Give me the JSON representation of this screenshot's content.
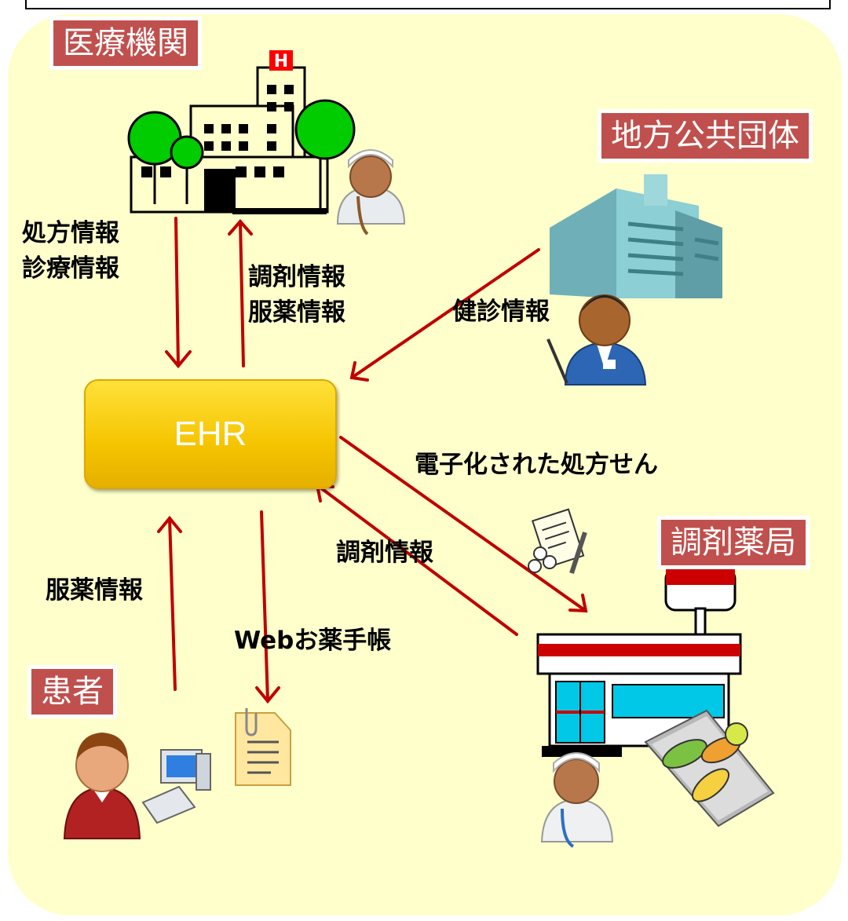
{
  "tags": {
    "hospital": "医療機関",
    "local_gov": "地方公共団体",
    "pharmacy": "調剤薬局",
    "patient": "患者"
  },
  "ehr": "EHR",
  "labels": {
    "hospital_to_ehr": "処方情報\n診療情報",
    "ehr_to_hospital": "調剤情報\n服薬情報",
    "gov_to_ehr": "健診情報",
    "ehr_to_pharmacy": "電子化された処方せん",
    "pharmacy_to_ehr": "調剤情報",
    "patient_to_ehr": "服薬情報",
    "ehr_to_patient": "Webお薬手帳"
  },
  "colors": {
    "background": "#ffffcc",
    "tag": "#c0504d",
    "arrow": "#c00000",
    "ehr": "#f5c400"
  },
  "icons": [
    "hospital-icon",
    "doctor-icon",
    "government-building-icon",
    "official-icon",
    "prescription-icon",
    "pharmacy-store-icon",
    "pharmacist-icon",
    "medicine-icon",
    "patient-icon",
    "computer-icon",
    "document-icon"
  ]
}
